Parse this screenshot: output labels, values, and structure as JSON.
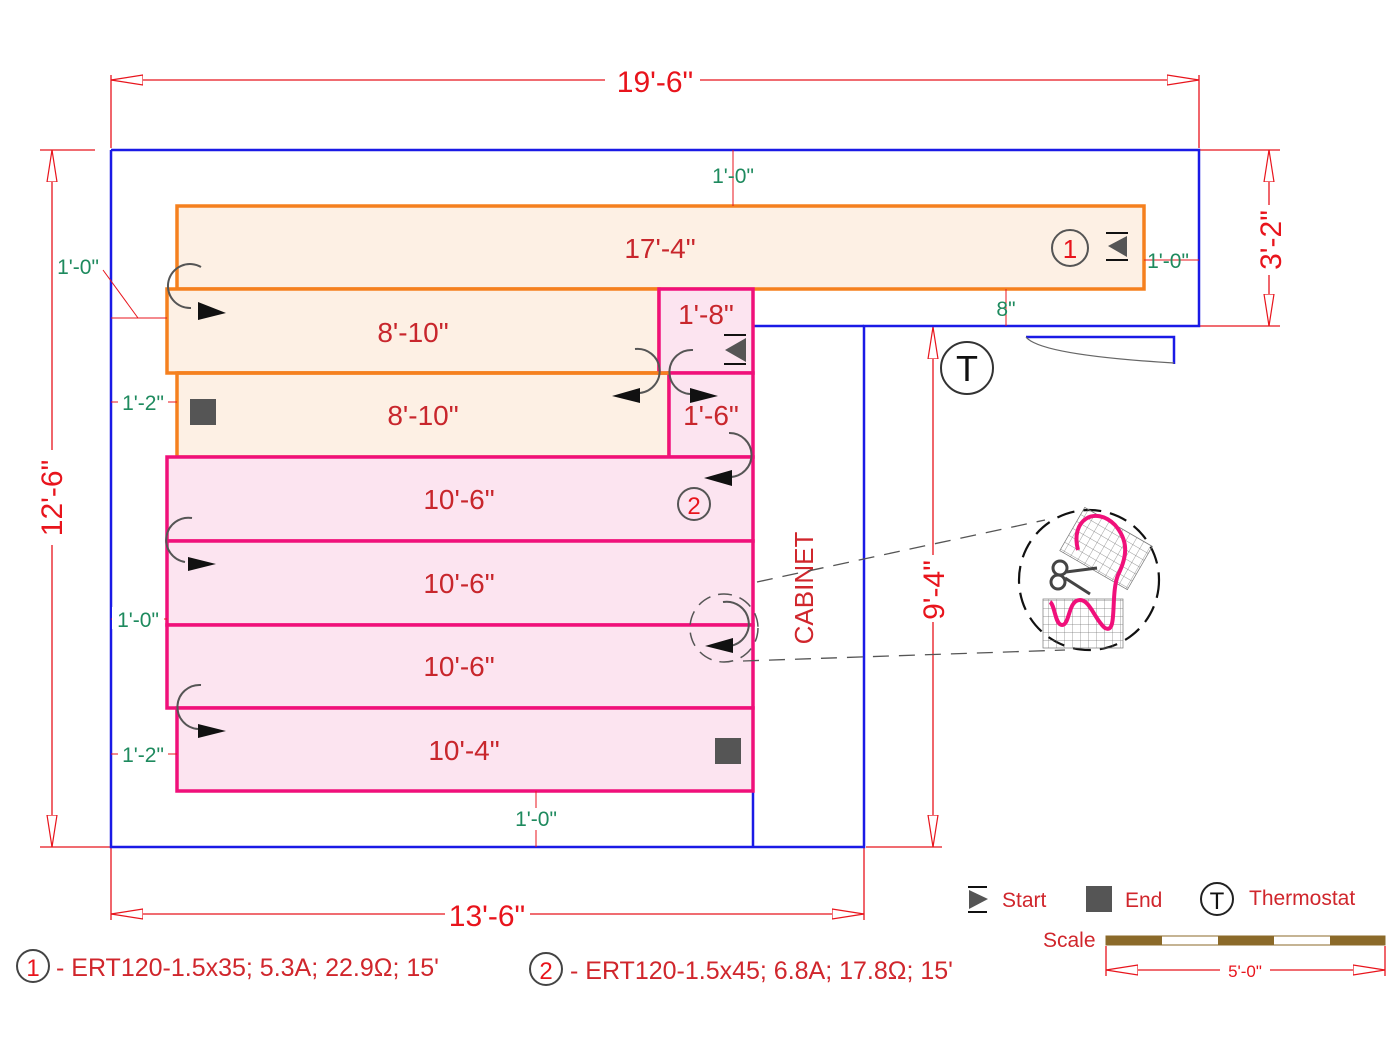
{
  "dimensions": {
    "overall_width": "19'-6\"",
    "overall_height": "12'-6\"",
    "bottom_width": "13'-6\"",
    "right_wing_height": "3'-2\"",
    "lower_height": "9'-4\""
  },
  "clearances": {
    "top": "1'-0\"",
    "right_top_panel": "1'-0\"",
    "left_upper": "1'-0\"",
    "left_row3": "1'-2\"",
    "left_middle": "1'-0\"",
    "left_bottom": "1'-2\"",
    "bottom": "1'-0\"",
    "wing_bottom": "8\""
  },
  "zone1_panels": [
    {
      "label": "17'-4\""
    },
    {
      "label": "8'-10\""
    },
    {
      "label": "8'-10\""
    }
  ],
  "zone2_panels": [
    {
      "label": "1'-8\""
    },
    {
      "label": "1'-6\""
    },
    {
      "label": "10'-6\""
    },
    {
      "label": "10'-6\""
    },
    {
      "label": "10'-6\""
    },
    {
      "label": "10'-4\""
    }
  ],
  "zone_markers": {
    "zone1": "1",
    "zone2": "2"
  },
  "cabinet_label": "CABINET",
  "thermostat_symbol": "T",
  "legend": {
    "start": "Start",
    "end": "End",
    "thermostat": "Thermostat",
    "scale_label": "Scale",
    "scale_value": "5'-0\""
  },
  "specs": [
    {
      "zone": "1",
      "text": "- ERT120-1.5x35; 5.3A; 22.9Ω; 15'"
    },
    {
      "zone": "2",
      "text": "- ERT120-1.5x45; 6.8A; 17.8Ω; 15'"
    }
  ],
  "colors": {
    "wall": "#1a1ae6",
    "zone1_stroke": "#f5801e",
    "zone1_fill": "#fdf0e4",
    "zone2_stroke": "#f0107a",
    "zone2_fill": "#fce4f0",
    "dimension": "#e8141c",
    "clearance_text": "#1e8a5e",
    "scale_bar": "#8b6a2a"
  }
}
